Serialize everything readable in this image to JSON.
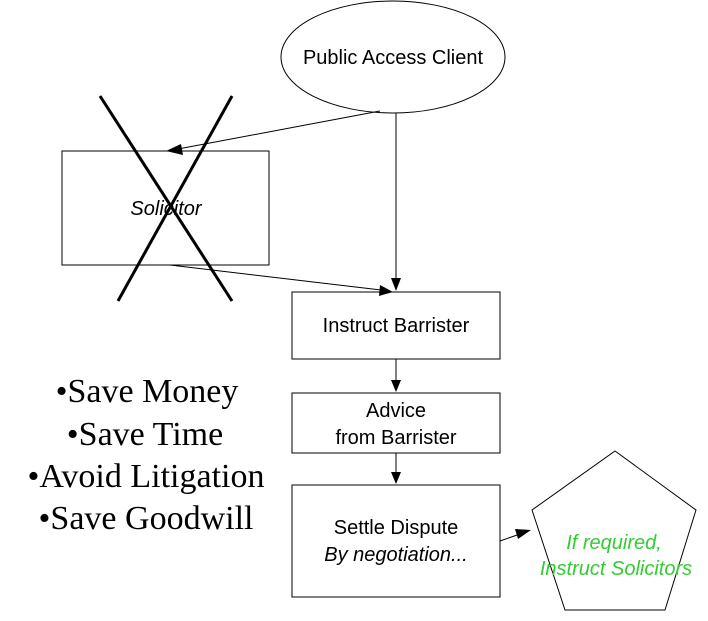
{
  "nodes": {
    "client": "Public Access Client",
    "solicitor": "Solicitor",
    "instruct_barrister": "Instruct Barrister",
    "advice_line1": "Advice",
    "advice_line2": "from Barrister",
    "settle_line1": "Settle Dispute",
    "settle_line2": "By negotiation...",
    "solicitors_line1": "If required,",
    "solicitors_line2": "Instruct Solicitors"
  },
  "benefits": [
    "•Save Money",
    "•Save Time",
    "•Avoid Litigation",
    "•Save Goodwill"
  ],
  "colors": {
    "ink": "#000000",
    "background": "#ffffff",
    "highlight_text": "#33cc33"
  }
}
